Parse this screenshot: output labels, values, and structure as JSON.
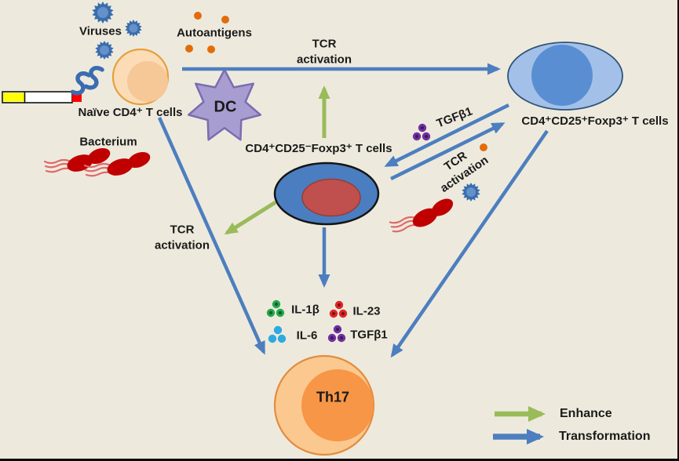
{
  "colors": {
    "background": "#edeadd",
    "arrow_blue": "#4d7ebf",
    "arrow_green": "#9abb59",
    "virus": "#3a6cae",
    "autoantigen": "#e36c0a",
    "bacterium": "#c00000",
    "naive_fill": "#fbdcb6",
    "naive_inner": "#f6c797",
    "naive_border": "#e6a13c",
    "dc_fill": "#a89dd0",
    "dc_border": "#7b6cb1",
    "middle_cell_fill": "#4a7ec0",
    "middle_cell_inner": "#c0504d",
    "right_cell_fill": "#a3c1e8",
    "right_cell_inner": "#5a8ed2",
    "th17_fill": "#fbc98f",
    "th17_inner": "#f79646",
    "tgfb1_dot": "#7030a0",
    "text": "#1a1a1a"
  },
  "icons": {
    "virus": "spiky-circle",
    "autoantigen": "orange-dot",
    "bacterium": "red-bacillus-with-flagella",
    "cigarette": "cigarette-shape",
    "smoke": "s-curves",
    "dc": "seven-point-star"
  },
  "labels": {
    "viruses": "Viruses",
    "autoantigens": "Autoantigens",
    "naive_cells": "Naïve CD4⁺ T cells",
    "bacterium": "Bacterium",
    "dc": "DC",
    "tcr_activation_top": "TCR\nactivation",
    "middle_cell": "CD4⁺CD25⁻Foxp3⁺ T cells",
    "right_cell": "CD4⁺CD25⁺Foxp3⁺ T cells",
    "tgfb1": "TGFβ1",
    "tcr_activation_diag": "TCR\nactivation",
    "tcr_activation_left": "TCR\nactivation",
    "th17": "Th17"
  },
  "cytokines": [
    {
      "label": "IL-1β",
      "color": "#22a84a"
    },
    {
      "label": "IL-23",
      "color": "#dd2726"
    },
    {
      "label": "IL-6",
      "color": "#2caae1"
    },
    {
      "label": "TGFβ1",
      "color": "#7030a0"
    }
  ],
  "legend": [
    {
      "label": "Enhance",
      "arrow_color": "#9abb59"
    },
    {
      "label": "Transformation",
      "arrow_color": "#4d7ebf"
    }
  ]
}
